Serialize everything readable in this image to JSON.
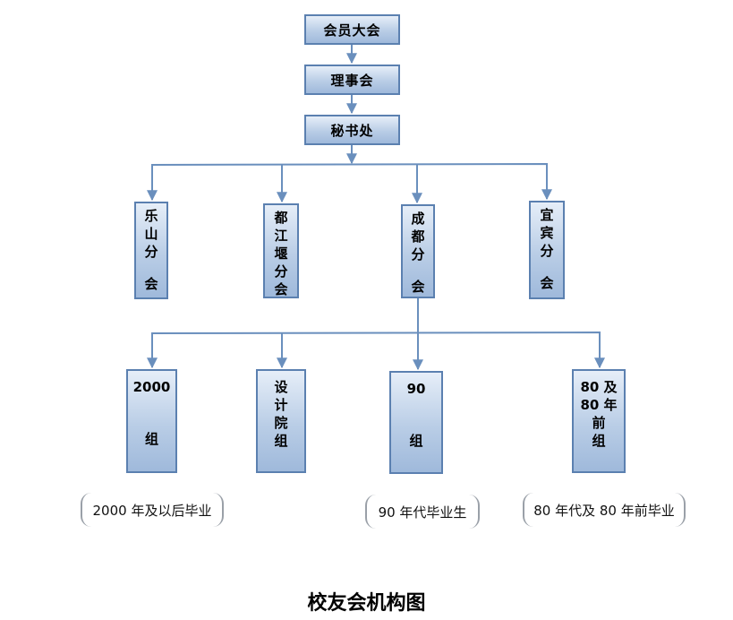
{
  "levels": {
    "assembly": "会员大会",
    "council": "理事会",
    "secretariat": "秘书处"
  },
  "branches": {
    "leshan": [
      "乐",
      "山",
      "分",
      "会"
    ],
    "dujiangyan": [
      "都",
      "江",
      "堰",
      "分",
      "会"
    ],
    "chengdu": [
      "成",
      "都",
      "分",
      "会"
    ],
    "yibin": [
      "宜",
      "宾",
      "分",
      "会"
    ]
  },
  "groups": {
    "g2000": [
      "2000",
      "组"
    ],
    "design": [
      "设",
      "计",
      "院",
      "组"
    ],
    "g90": [
      "90",
      "组"
    ],
    "g80": [
      "80 及",
      "80 年",
      "前",
      "组"
    ]
  },
  "notes": {
    "g2000": "2000 年及以后毕业",
    "g90": "90 年代毕业生",
    "g80": "80 年代及 80 年前毕业"
  },
  "caption": "校友会机构图",
  "colors": {
    "line": "#6a8fbd",
    "box_border": "#5b80b0",
    "box_fill_top": "#e6eef8",
    "box_fill_bottom": "#9fb9db"
  }
}
